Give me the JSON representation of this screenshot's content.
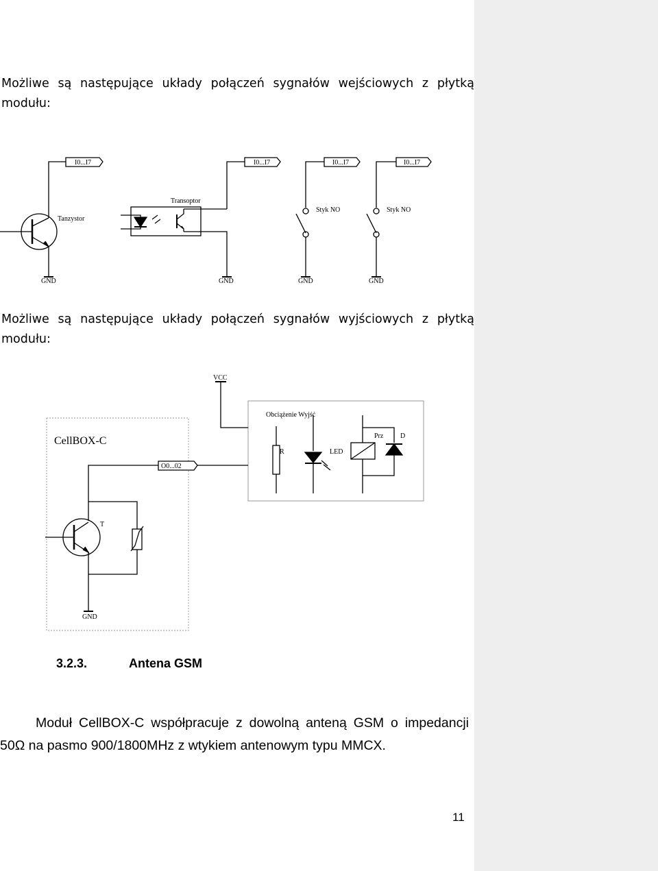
{
  "page": {
    "intro_inputs": {
      "line1": "Możliwe są następujące układy połączeń sygnałów wejściowych z płytką",
      "line2": "modułu:"
    },
    "input_diagram": {
      "port_label": "I0...I7",
      "transistor_label": "Tanzystor",
      "optocoupler_label": "Transoptor",
      "contact_label": "Styk NO",
      "ground_label": "GND"
    },
    "intro_outputs": {
      "line1": "Możliwe są następujące układy połączeń sygnałów wyjściowych z płytką",
      "line2": "modułu:"
    },
    "output_diagram": {
      "vcc_label": "VCC",
      "module_label": "CellBOX-C",
      "port_label": "O0...02",
      "load_title": "Obciążenie Wyjść",
      "resistor_label": "R",
      "led_label": "LED",
      "relay_label": "Prz",
      "diode_label": "D",
      "transistor_label": "T",
      "ground_label": "GND"
    },
    "section": {
      "number": "3.2.3.",
      "title": "Antena GSM"
    },
    "body": {
      "line1": "Moduł CellBOX-C współpracuje z dowolną anteną GSM o impedancji",
      "line2": "50Ω na pasmo 900/1800MHz z wtykiem antenowym typu MMCX."
    },
    "page_number": "11"
  }
}
